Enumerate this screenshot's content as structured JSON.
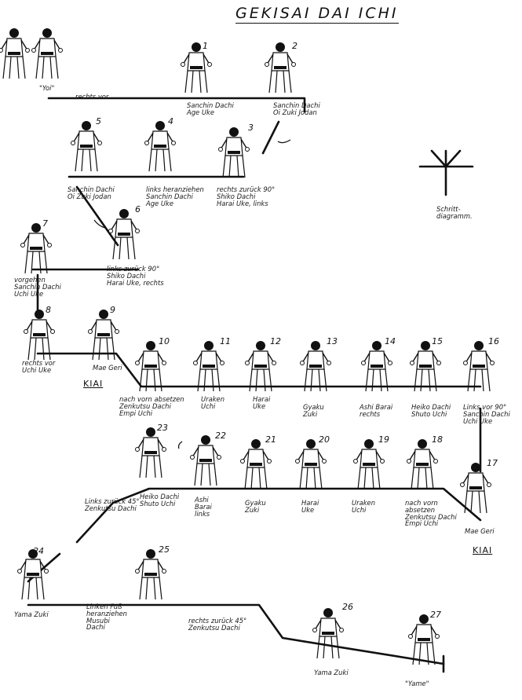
{
  "title": "GEKISAI DAI ICHI",
  "legend": {
    "label": "Schritt-\ndiagramm."
  },
  "steps": [
    {
      "n": "1",
      "label": "Sanchin Dachi\nAge Uke"
    },
    {
      "n": "2",
      "label": "Sanchin Dachi\nOi Zuki Jodan"
    },
    {
      "n": "3",
      "label": "rechts zurück 90°\nShiko Dachi\nHarai Uke, links"
    },
    {
      "n": "4",
      "label": "links heranziehen\nSanchin Dachi\nAge Uke"
    },
    {
      "n": "5",
      "label": "Sanchin Dachi\nOi Zuki Jodan"
    },
    {
      "n": "6",
      "label": "links zurück 90°\nShiko Dachi\nHarai Uke, rechts"
    },
    {
      "n": "7",
      "label": "vorgehen\nSanchin Dachi\nUchi Uke"
    },
    {
      "n": "8",
      "label": "rechts vor\nUchi Uke"
    },
    {
      "n": "9",
      "label": "Mae Geri"
    },
    {
      "n": "10",
      "label": "nach vorn absetzen\nZenkutsu Dachi\nEmpi Uchi"
    },
    {
      "n": "11",
      "label": "Uraken\nUchi"
    },
    {
      "n": "12",
      "label": "Harai\nUke"
    },
    {
      "n": "13",
      "label": "Gyaku\nZuki"
    },
    {
      "n": "14",
      "label": "Ashi Barai\nrechts"
    },
    {
      "n": "15",
      "label": "Heiko Dachi\nShuto Uchi"
    },
    {
      "n": "16",
      "label": "Links vor 90°\nSanchin Dachi\nUchi Uke"
    },
    {
      "n": "17",
      "label": "Mae Geri"
    },
    {
      "n": "18",
      "label": "nach vorn\nabsetzen\nZenkutsu Dachi\nEmpi Uchi"
    },
    {
      "n": "19",
      "label": "Uraken\nUchi"
    },
    {
      "n": "20",
      "label": "Harai\nUke"
    },
    {
      "n": "21",
      "label": "Gyaku\nZuki"
    },
    {
      "n": "22",
      "label": "Ashi\nBarai\nlinks"
    },
    {
      "n": "23",
      "label": "Heiko Dachi\nShuto Uchi"
    },
    {
      "n": "24",
      "label": "Yama Zuki"
    },
    {
      "n": "25",
      "label": "Linken Fuß\nheranziehen\nMusubi\nDachi"
    },
    {
      "n": "26",
      "label": "Yama Zuki"
    },
    {
      "n": "27",
      "label": "\"Yame\""
    }
  ],
  "extra_labels": {
    "yoi": "\"Yoi\"",
    "rechts_vor": "rechts vor",
    "links_zurueck_45": "Links zurück 45°\nZenkutsu Dachi",
    "rechts_zurueck_45": "rechts zurück 45°\nZenkutsu Dachi"
  },
  "kiai": [
    "KIAI",
    "KIAI"
  ]
}
